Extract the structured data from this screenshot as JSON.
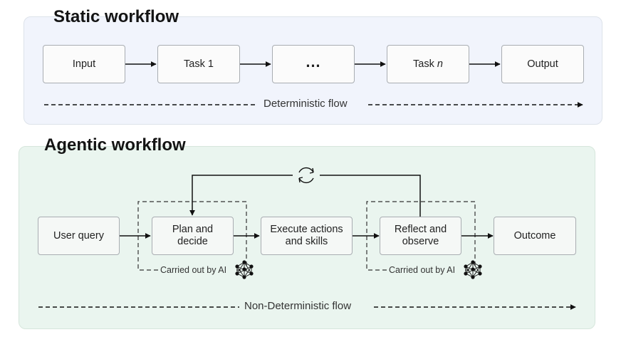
{
  "static_section": {
    "title": "Static workflow",
    "steps": [
      "Input",
      "Task 1",
      "…",
      "Task n",
      "Output"
    ],
    "flow_label": "Deterministic flow"
  },
  "agentic_section": {
    "title": "Agentic workflow",
    "steps": [
      "User query",
      "Plan and\ndecide",
      "Execute actions\nand skills",
      "Reflect and\nobserve",
      "Outcome"
    ],
    "ai_caption_left": "Carried out by AI",
    "ai_caption_right": "Carried out by AI",
    "flow_label": "Non-Deterministic flow",
    "loop_icon": "refresh-cycle-icon",
    "ai_icon": "neural-network-icon"
  }
}
